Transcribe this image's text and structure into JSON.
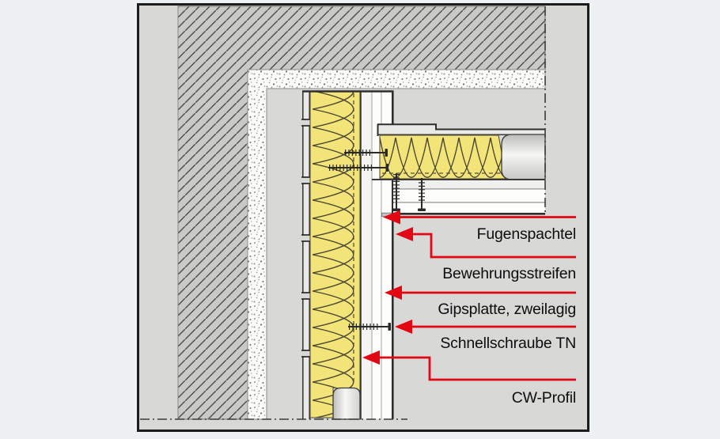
{
  "drawing": {
    "type": "construction-detail-plan-section",
    "labels": {
      "fugenspachtel": "Fugenspachtel",
      "bewehrungsstreifen": "Bewehrungsstreifen",
      "gipsplatte": "Gipsplatte, zweilagig",
      "schnellschraube": "Schnellschraube TN",
      "cw_profil": "CW-Profil"
    },
    "icons": {
      "leader_arrow": "◀"
    },
    "colors": {
      "leader_red": "#e30613",
      "insulation_yellow": "#f3e47a",
      "background_gray": "#d8d8d6",
      "hatch_gray": "#c9c9c7",
      "board_white": "#fdfdfc",
      "outline_dark": "#2e2e2c",
      "page_background": "#eef1f4"
    }
  }
}
